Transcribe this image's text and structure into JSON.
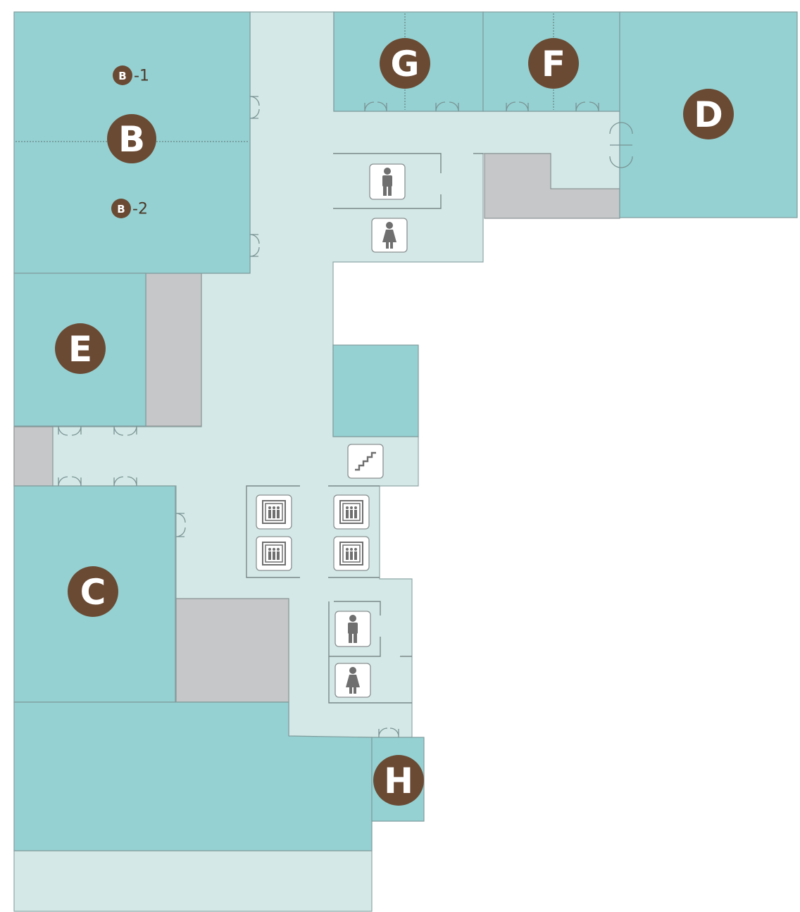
{
  "map": {
    "rooms": [
      {
        "id": "B",
        "label": "B",
        "subunits": [
          {
            "prefix": "B",
            "suffix": "-1"
          },
          {
            "prefix": "B",
            "suffix": "-2"
          }
        ]
      },
      {
        "id": "C",
        "label": "C"
      },
      {
        "id": "D",
        "label": "D"
      },
      {
        "id": "E",
        "label": "E"
      },
      {
        "id": "F",
        "label": "F"
      },
      {
        "id": "G",
        "label": "G"
      },
      {
        "id": "H",
        "label": "H"
      }
    ],
    "facilities": [
      {
        "type": "mens-restroom-icon",
        "count": 2
      },
      {
        "type": "womens-restroom-icon",
        "count": 2
      },
      {
        "type": "elevator-icon",
        "count": 4
      },
      {
        "type": "stairs-icon",
        "count": 1
      }
    ],
    "colors": {
      "room": "#95d1d2",
      "corridor": "#d4e9e7",
      "service": "#c5c7c8",
      "badge": "#6b4a33"
    }
  }
}
